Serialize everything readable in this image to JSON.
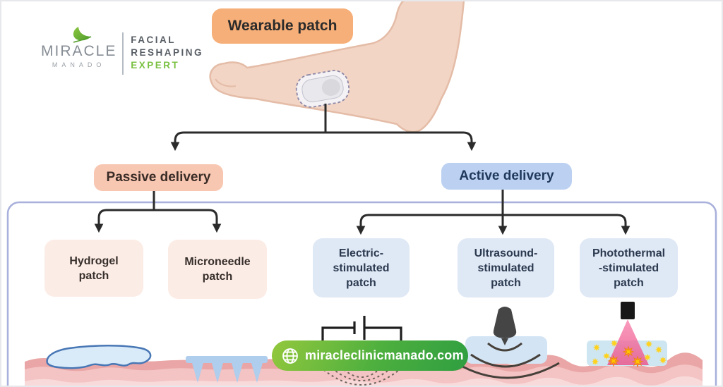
{
  "logo": {
    "brand": "MIRACLE",
    "location": "MANADO",
    "tagline_line1": "FACIAL",
    "tagline_line2": "RESHAPING",
    "tagline_line3": "EXPERT",
    "colors": {
      "brand_gray": "#878d95",
      "expert_green": "#7ac142"
    }
  },
  "diagram": {
    "root": {
      "label": "Wearable patch",
      "bg": "#f6af78"
    },
    "branches": [
      {
        "label": "Passive delivery",
        "bg": "#f8c7b2",
        "children": [
          {
            "label": "Hydrogel\npatch",
            "bg": "#fcece6"
          },
          {
            "label": "Microneedle\npatch",
            "bg": "#fcece6"
          }
        ]
      },
      {
        "label": "Active delivery",
        "bg": "#bcd1f1",
        "children": [
          {
            "label": "Electric-\nstimulated\npatch",
            "bg": "#dfe8f5"
          },
          {
            "label": "Ultrasound-\nstimulated\npatch",
            "bg": "#dfe8f5"
          },
          {
            "label": "Photothermal\n-stimulated\npatch",
            "bg": "#dfe8f5"
          }
        ]
      }
    ]
  },
  "illustration_icons": {
    "leaf": "leaf-icon",
    "globe": "globe-icon",
    "battery_circuit": "battery-circuit-icon",
    "ultrasound_transducer": "ultrasound-transducer-icon",
    "light_source": "light-source-icon"
  },
  "footer": {
    "website": "miracleclinicmanado.com",
    "pill_gradient": [
      "#93c83d",
      "#2f9e41"
    ]
  },
  "colors": {
    "connector": "#2b2b2b",
    "container_border": "#a8b0db",
    "skin_dark": "#eaa6a6",
    "skin_mid": "#f4c3c3",
    "skin_light": "#f9dada",
    "arm_skin": "#f2d5c5"
  }
}
